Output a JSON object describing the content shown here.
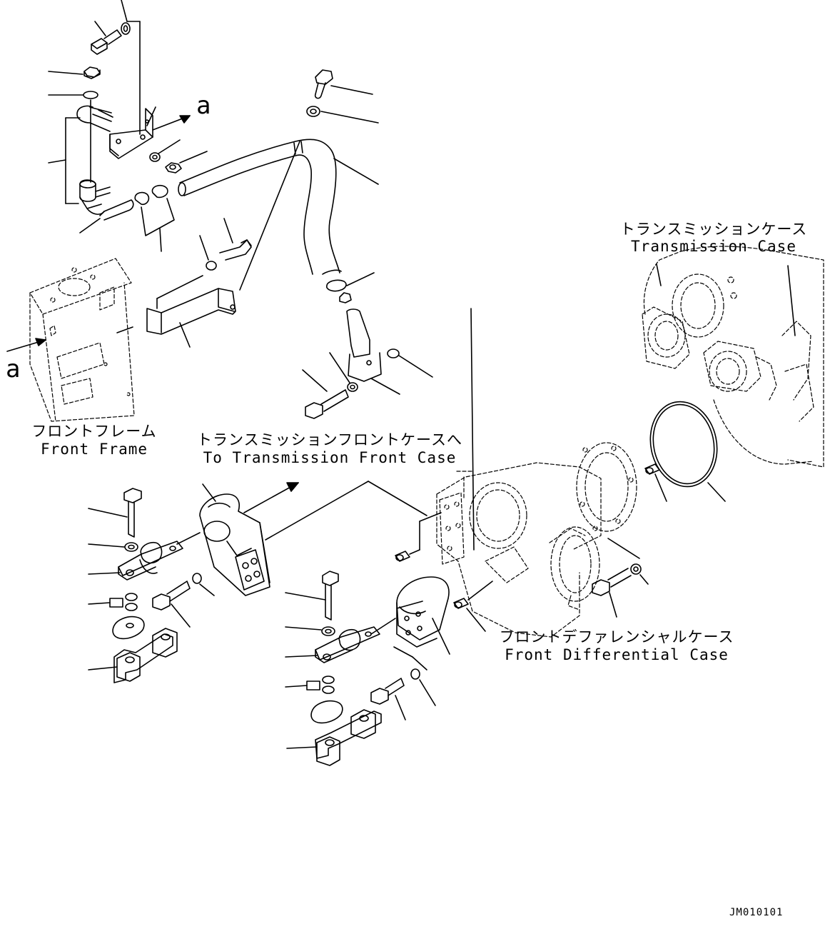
{
  "labels": {
    "front_frame_jp": "フロントフレーム",
    "front_frame_en": "Front Frame",
    "to_trans_front_jp": "トランスミッションフロントケースへ",
    "to_trans_front_en": "To Transmission Front Case",
    "trans_case_jp": "トランスミッションケース",
    "trans_case_en": "Transmission Case",
    "front_diff_jp": "フロントデファレンシャルケース",
    "front_diff_en": "Front Differential Case"
  },
  "markers": {
    "a_top": "a",
    "a_left": "a"
  },
  "drawing_code": "JM010101"
}
